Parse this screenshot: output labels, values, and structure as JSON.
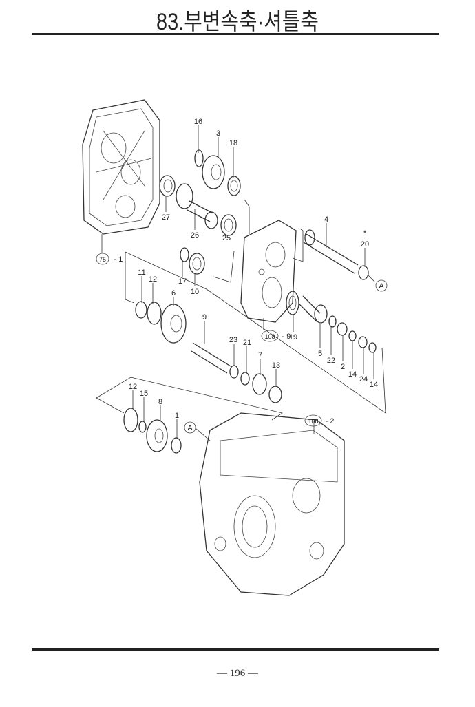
{
  "header": {
    "title": "83.부변속축·셔틀축"
  },
  "footer": {
    "page_number": "— 196 —"
  },
  "diagram": {
    "callouts": [
      "16",
      "3",
      "18",
      "27",
      "26",
      "25",
      "4",
      "20",
      "17",
      "10",
      "11",
      "12",
      "6",
      "9",
      "19",
      "5",
      "22",
      "2",
      "14",
      "24",
      "14",
      "23",
      "21",
      "7",
      "13",
      "12",
      "15",
      "8",
      "1"
    ],
    "reference_circles": [
      {
        "ref": "75",
        "suffix": "- 1"
      },
      {
        "ref": "108",
        "suffix": "- 9"
      },
      {
        "ref": "108",
        "suffix": "- 2"
      }
    ],
    "point_markers": [
      "A",
      "A"
    ],
    "asterisk": "*"
  }
}
